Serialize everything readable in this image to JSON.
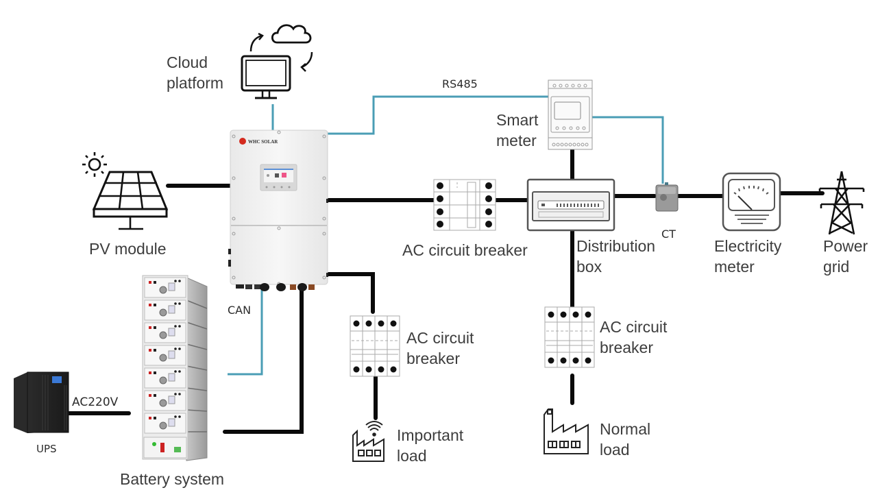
{
  "title": "Hybrid solar inverter system wiring diagram",
  "colors": {
    "power_line": "#0a0a0a",
    "comm_line": "#4a9db5",
    "inverter_body": "#f2f2f2",
    "brand_red": "#d42a1e"
  },
  "inverter": {
    "brand": "WHC SOLAR"
  },
  "labels": {
    "cloud_platform": [
      "Cloud",
      "platform"
    ],
    "pv_module": "PV module",
    "rs485": "RS485",
    "smart_meter": [
      "Smart",
      "meter"
    ],
    "ac_breaker_main": "AC circuit breaker",
    "distribution_box": [
      "Distribution",
      "box"
    ],
    "ct": "CT",
    "electricity_meter": [
      "Electricity",
      "meter"
    ],
    "power_grid": [
      "Power",
      "grid"
    ],
    "can": "CAN",
    "ac_breaker_important": [
      "AC circuit",
      "breaker"
    ],
    "ac_breaker_normal": [
      "AC circuit",
      "breaker"
    ],
    "important_load": [
      "Important",
      "load"
    ],
    "normal_load": [
      "Normal",
      "load"
    ],
    "ac220v": "AC220V",
    "ups": "UPS",
    "battery_system": "Battery system"
  },
  "nodes": [
    {
      "id": "cloud-platform",
      "icon": "cloud-monitor-icon"
    },
    {
      "id": "pv-module",
      "icon": "solar-panel-icon"
    },
    {
      "id": "hybrid-inverter",
      "icon": "inverter-icon"
    },
    {
      "id": "smart-meter",
      "icon": "smart-meter-icon"
    },
    {
      "id": "ac-breaker-main",
      "icon": "circuit-breaker-icon"
    },
    {
      "id": "distribution-box",
      "icon": "distribution-box-icon"
    },
    {
      "id": "ct",
      "icon": "current-transformer-icon"
    },
    {
      "id": "electricity-meter",
      "icon": "electricity-meter-icon"
    },
    {
      "id": "power-grid",
      "icon": "transmission-tower-icon"
    },
    {
      "id": "ac-breaker-important",
      "icon": "circuit-breaker-icon"
    },
    {
      "id": "important-load",
      "icon": "factory-wifi-icon"
    },
    {
      "id": "ac-breaker-normal",
      "icon": "circuit-breaker-icon"
    },
    {
      "id": "normal-load",
      "icon": "factory-icon"
    },
    {
      "id": "battery-system",
      "icon": "battery-rack-icon"
    },
    {
      "id": "ups",
      "icon": "ups-icon"
    }
  ],
  "connections": [
    {
      "from": "cloud-platform",
      "to": "hybrid-inverter",
      "type": "communication"
    },
    {
      "from": "hybrid-inverter",
      "to": "smart-meter",
      "type": "communication",
      "label": "RS485"
    },
    {
      "from": "smart-meter",
      "to": "ct",
      "type": "communication"
    },
    {
      "from": "pv-module",
      "to": "hybrid-inverter",
      "type": "power"
    },
    {
      "from": "hybrid-inverter",
      "to": "ac-breaker-main",
      "type": "power"
    },
    {
      "from": "ac-breaker-main",
      "to": "distribution-box",
      "type": "power"
    },
    {
      "from": "smart-meter",
      "to": "distribution-box",
      "type": "power"
    },
    {
      "from": "distribution-box",
      "to": "electricity-meter",
      "type": "power",
      "via": "ct"
    },
    {
      "from": "electricity-meter",
      "to": "power-grid",
      "type": "power"
    },
    {
      "from": "distribution-box",
      "to": "ac-breaker-normal",
      "type": "power"
    },
    {
      "from": "ac-breaker-normal",
      "to": "normal-load",
      "type": "power"
    },
    {
      "from": "hybrid-inverter",
      "to": "ac-breaker-important",
      "type": "power"
    },
    {
      "from": "ac-breaker-important",
      "to": "important-load",
      "type": "power"
    },
    {
      "from": "hybrid-inverter",
      "to": "battery-system",
      "type": "communication",
      "label": "CAN"
    },
    {
      "from": "hybrid-inverter",
      "to": "battery-system",
      "type": "power"
    },
    {
      "from": "ups",
      "to": "battery-system",
      "type": "power",
      "label": "AC220V"
    }
  ]
}
